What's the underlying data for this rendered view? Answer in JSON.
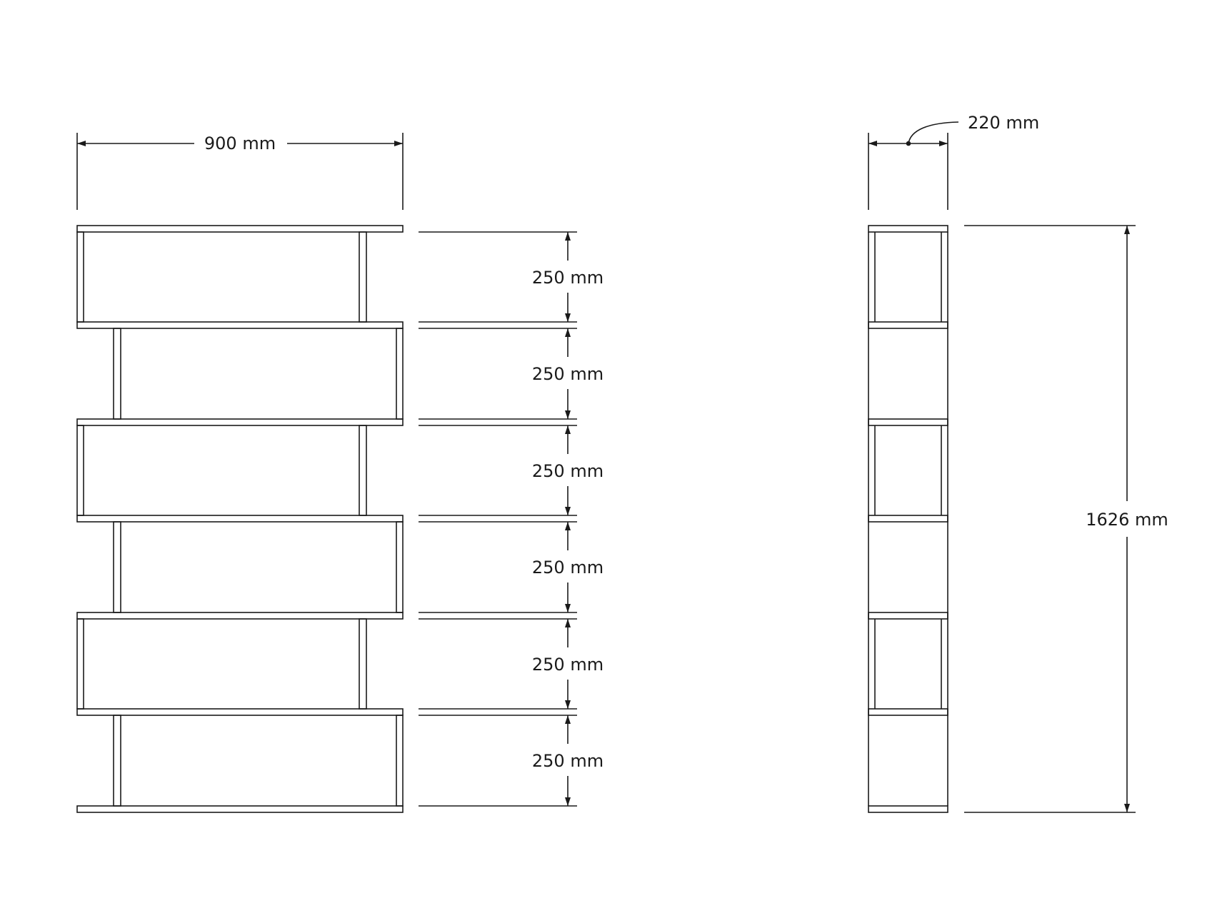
{
  "front_view": {
    "width_label": "900 mm",
    "shelf_spacing_labels": [
      "250 mm",
      "250 mm",
      "250 mm",
      "250 mm",
      "250 mm",
      "250 mm"
    ]
  },
  "side_view": {
    "depth_label": "220 mm",
    "height_label": "1626 mm"
  },
  "colors": {
    "line": "#1a1a1a",
    "background": "#ffffff"
  }
}
